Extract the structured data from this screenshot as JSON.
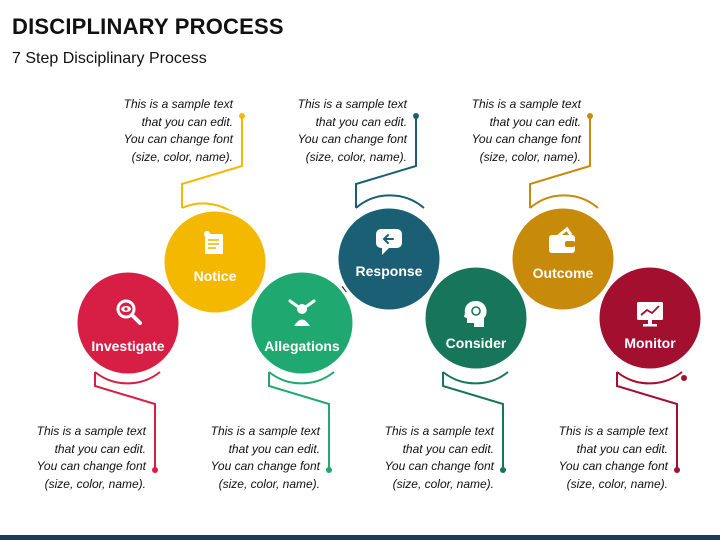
{
  "header": {
    "title": "DISCIPLINARY PROCESS",
    "subtitle": "7 Step Disciplinary Process"
  },
  "steps": [
    {
      "label": "Investigate",
      "color": "#d71f46",
      "icon": "magnifier-eye-icon"
    },
    {
      "label": "Notice",
      "color": "#f5b800",
      "icon": "notice-document-icon"
    },
    {
      "label": "Allegations",
      "color": "#1fa86f",
      "icon": "allegations-people-icon"
    },
    {
      "label": "Response",
      "color": "#1a5f73",
      "icon": "response-chat-icon"
    },
    {
      "label": "Consider",
      "color": "#17765a",
      "icon": "consider-head-icon"
    },
    {
      "label": "Outcome",
      "color": "#c78a0a",
      "icon": "outcome-wallet-icon"
    },
    {
      "label": "Monitor",
      "color": "#a30f2f",
      "icon": "monitor-chart-icon"
    }
  ],
  "notes": [
    {
      "lines": [
        "This is a sample text",
        "that you can edit.",
        "You can change font",
        "(size, color, name)."
      ]
    },
    {
      "lines": [
        "This is a sample text",
        "that you can edit.",
        "You can change font",
        "(size, color, name)."
      ]
    },
    {
      "lines": [
        "This is a sample text",
        "that you can edit.",
        "You can change font",
        "(size, color, name)."
      ]
    },
    {
      "lines": [
        "This is a sample text",
        "that you can edit.",
        "You can change font",
        "(size, color, name)."
      ]
    },
    {
      "lines": [
        "This is a sample text",
        "that you can edit.",
        "You can change font",
        "(size, color, name)."
      ]
    },
    {
      "lines": [
        "This is a sample text",
        "that you can edit.",
        "You can change font",
        "(size, color, name)."
      ]
    },
    {
      "lines": [
        "This is a sample text",
        "that you can edit.",
        "You can change font",
        "(size, color, name)."
      ]
    }
  ]
}
